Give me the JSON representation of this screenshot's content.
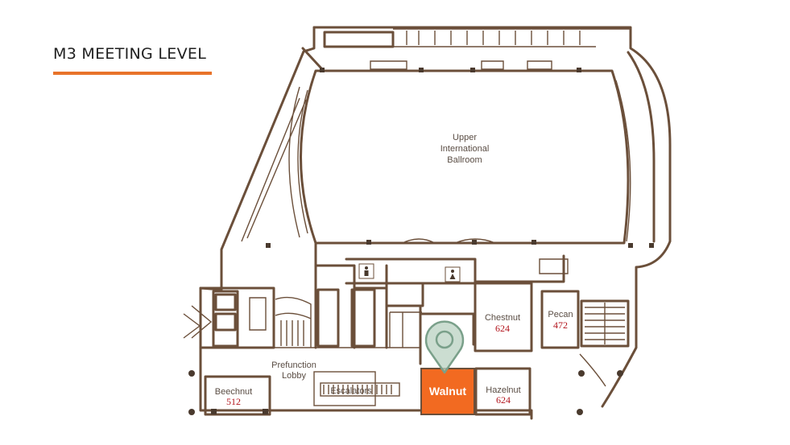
{
  "title": "M3 MEETING LEVEL",
  "colors": {
    "accent": "#e8732a",
    "highlight": "#f26a21",
    "wall": "#6b4f3a",
    "capacity": "#b2141c",
    "marker": "#7aa08a"
  },
  "rooms": {
    "ballroom": {
      "line1": "Upper",
      "line2": "International",
      "line3": "Ballroom"
    },
    "prefunction": {
      "line1": "Prefunction",
      "line2": "Lobby"
    },
    "escalators": "Escalators",
    "chestnut": {
      "name": "Chestnut",
      "capacity": "624"
    },
    "pecan": {
      "name": "Pecan",
      "capacity": "472"
    },
    "beechnut": {
      "name": "Beechnut",
      "capacity": "512"
    },
    "hazelnut": {
      "name": "Hazelnut",
      "capacity": "624"
    },
    "walnut": {
      "name": "Walnut",
      "selected": true
    }
  },
  "icons": {
    "restroom_1": "restroom-icon",
    "restroom_2": "restroom-icon",
    "location": "location-pin-icon"
  }
}
